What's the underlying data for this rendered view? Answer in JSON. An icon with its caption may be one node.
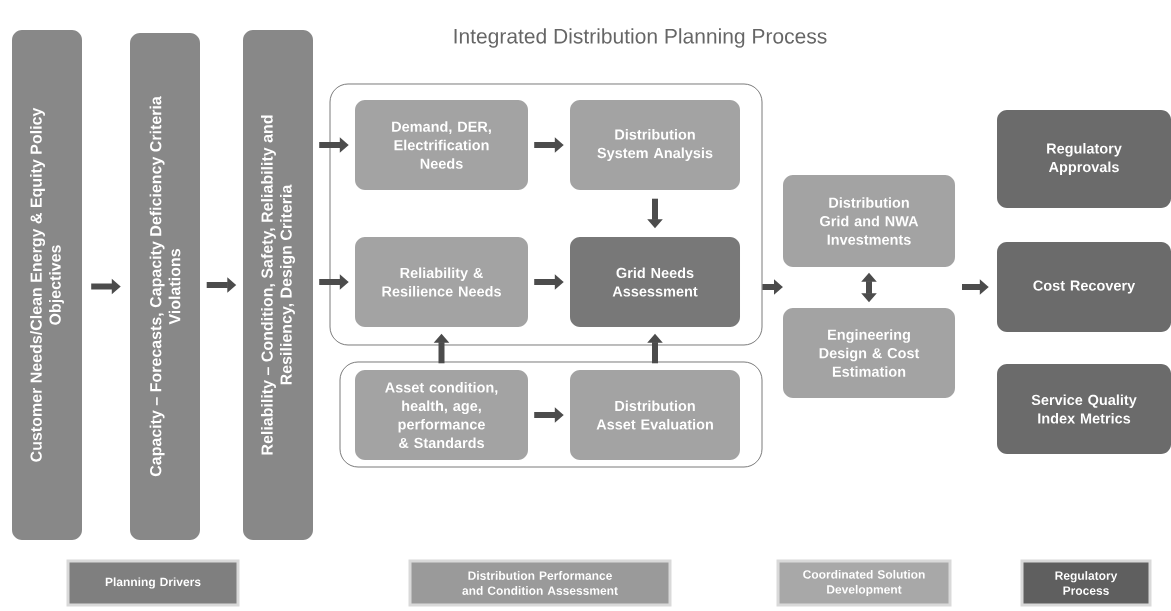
{
  "diagram": {
    "title": "Integrated Distribution Planning Process",
    "nodes": [
      {
        "text": [
          "Customer Needs/Clean Energy & Equity Policy Objectives"
        ]
      },
      {
        "text": [
          "Capacity – Forecasts, Capacity Deficiency Criteria Violations"
        ]
      },
      {
        "text": [
          "Reliability – Condition, Safety, Reliability and Resiliency, Design Criteria"
        ]
      },
      {
        "text": [],
        "shape": "box"
      },
      {
        "text": [
          "Demand, DER, Electrification Needs"
        ],
        "in": 3
      },
      {
        "text": [
          "Distribution System Analysis"
        ],
        "in": 3
      },
      {
        "text": [
          "Reliability & Resilience Needs"
        ],
        "in": 3
      },
      {
        "text": [
          "Grid Needs Assessment"
        ],
        "in": 3
      },
      {
        "text": [],
        "shape": "box"
      },
      {
        "text": [
          "Asset condition, health, age, performance & Standards"
        ],
        "in": 8
      },
      {
        "text": [
          "Distribution Asset Evaluation"
        ],
        "in": 8
      },
      {
        "text": [
          "Distribution Grid and NWA Investments"
        ]
      },
      {
        "text": [
          "Engineering Design & Cost Estimation"
        ]
      },
      {
        "text": [
          "Regulatory Approvals"
        ]
      },
      {
        "text": [
          "Cost Recovery"
        ]
      },
      {
        "text": [
          "Service Quality Index Metrics"
        ]
      },
      {
        "text": [
          "Planning Drivers"
        ]
      },
      {
        "text": [
          "Distribution Performance and Condition Assessment"
        ]
      },
      {
        "text": [
          "Coordinated Solution Development"
        ]
      },
      {
        "text": [
          "Regulatory Process"
        ]
      }
    ],
    "edges": [
      {
        "from": 0,
        "to": 1,
        "arrow": "to"
      },
      {
        "from": 1,
        "to": 2,
        "arrow": "to"
      },
      {
        "from": 2,
        "to": 4,
        "arrow": "to"
      },
      {
        "from": 2,
        "to": 6,
        "arrow": "to"
      },
      {
        "from": 4,
        "to": 5,
        "arrow": "to"
      },
      {
        "from": 5,
        "to": 7,
        "arrow": "to"
      },
      {
        "from": 6,
        "to": 7,
        "arrow": "to"
      },
      {
        "from": 9,
        "to": 10,
        "arrow": "to"
      },
      {
        "from": 9,
        "to": 6,
        "arrow": "to"
      },
      {
        "from": 10,
        "to": 7,
        "arrow": "to"
      },
      {
        "from": 11,
        "to": 12,
        "arrow": "both"
      },
      {
        "from": 3,
        "to": null,
        "arrow": "to"
      },
      {
        "from": null,
        "to": 14,
        "arrow": "to"
      }
    ]
  }
}
